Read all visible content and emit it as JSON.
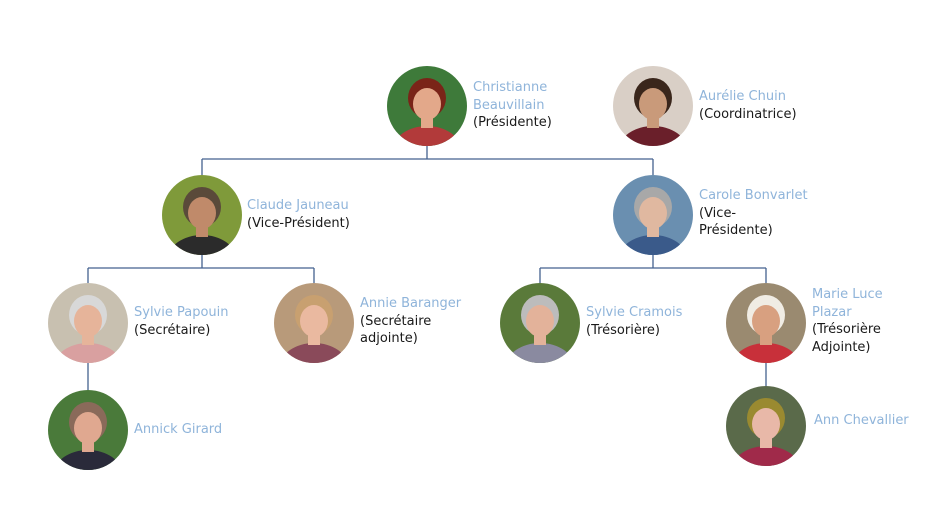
{
  "colors": {
    "name_text": "#8FB4DA",
    "role_text": "#1a1a1a",
    "connector": "#44628f"
  },
  "members": {
    "christianne": {
      "name": [
        "Christianne",
        "Beauvillain"
      ],
      "role": [
        "(Présidente)"
      ],
      "photo": {
        "bg": "#3e7a3a",
        "hair": "#7a2418",
        "skin": "#e3a88a",
        "shirt": "#b23a3a"
      }
    },
    "aurelie": {
      "name": [
        "Aurélie Chuin"
      ],
      "role": [
        "(Coordinatrice)"
      ],
      "photo": {
        "bg": "#d9cfc6",
        "hair": "#3a261b",
        "skin": "#c99a7a",
        "shirt": "#6a1f2a"
      }
    },
    "claude": {
      "name": [
        "Claude Jauneau"
      ],
      "role": [
        "(Vice-Président)"
      ],
      "photo": {
        "bg": "#7f9a3a",
        "hair": "#5a4a3a",
        "skin": "#c08a6a",
        "shirt": "#2b2b2b"
      }
    },
    "carole": {
      "name": [
        "Carole Bonvarlet"
      ],
      "role": [
        "(Vice-",
        "Présidente)"
      ],
      "photo": {
        "bg": "#6a8fb0",
        "hair": "#a8a8a8",
        "skin": "#e0b8a0",
        "shirt": "#3a5a8a"
      }
    },
    "sylvie_p": {
      "name": [
        "Sylvie Papouin"
      ],
      "role": [
        "(Secrétaire)"
      ],
      "photo": {
        "bg": "#c8c0b0",
        "hair": "#d8d8d8",
        "skin": "#e6b49a",
        "shirt": "#d9a0a0"
      }
    },
    "annie": {
      "name": [
        "Annie Baranger"
      ],
      "role": [
        "(Secrétaire",
        "adjointe)"
      ],
      "photo": {
        "bg": "#b89a7a",
        "hair": "#c8a070",
        "skin": "#eab9a0",
        "shirt": "#8a4a5a"
      }
    },
    "sylvie_c": {
      "name": [
        "Sylvie Cramois"
      ],
      "role": [
        "(Trésorière)"
      ],
      "photo": {
        "bg": "#5a7a3a",
        "hair": "#bcbcbc",
        "skin": "#e3b29a",
        "shirt": "#8a8aa0"
      }
    },
    "marie": {
      "name": [
        "Marie Luce",
        "Plazar"
      ],
      "role": [
        "(Trésorière",
        "Adjointe)"
      ],
      "photo": {
        "bg": "#9a8a70",
        "hair": "#f0ece4",
        "skin": "#d8a080",
        "shirt": "#c8303a"
      }
    },
    "annick": {
      "name": [
        "Annick Girard"
      ],
      "role": [],
      "photo": {
        "bg": "#4a7a3a",
        "hair": "#8a6a5a",
        "skin": "#e0a890",
        "shirt": "#2a2a3a"
      }
    },
    "ann": {
      "name": [
        "Ann Chevallier"
      ],
      "role": [],
      "photo": {
        "bg": "#5a6a4a",
        "hair": "#9a8a30",
        "skin": "#e8b8a8",
        "shirt": "#a02a4a"
      }
    }
  }
}
